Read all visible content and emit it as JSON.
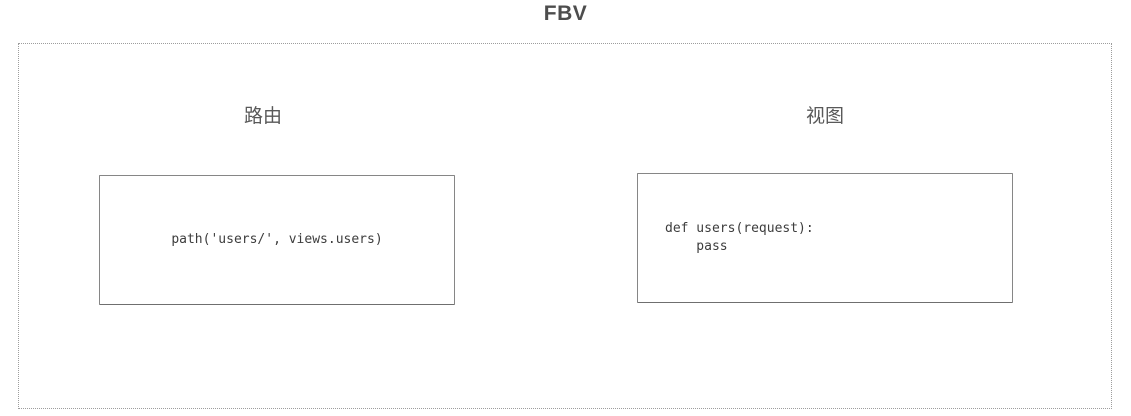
{
  "diagram": {
    "title": "FBV",
    "sections": [
      {
        "label": "路由",
        "code": "path('users/', views.users)"
      },
      {
        "label": "视图",
        "code": "def users(request):\n    pass"
      }
    ]
  },
  "colors": {
    "title_text": "#4d4d4d",
    "label_text": "#595959",
    "code_text": "#3d3d3d",
    "box_border": "#868686",
    "dotted_border": "#9d9d9d",
    "background": "#ffffff"
  }
}
